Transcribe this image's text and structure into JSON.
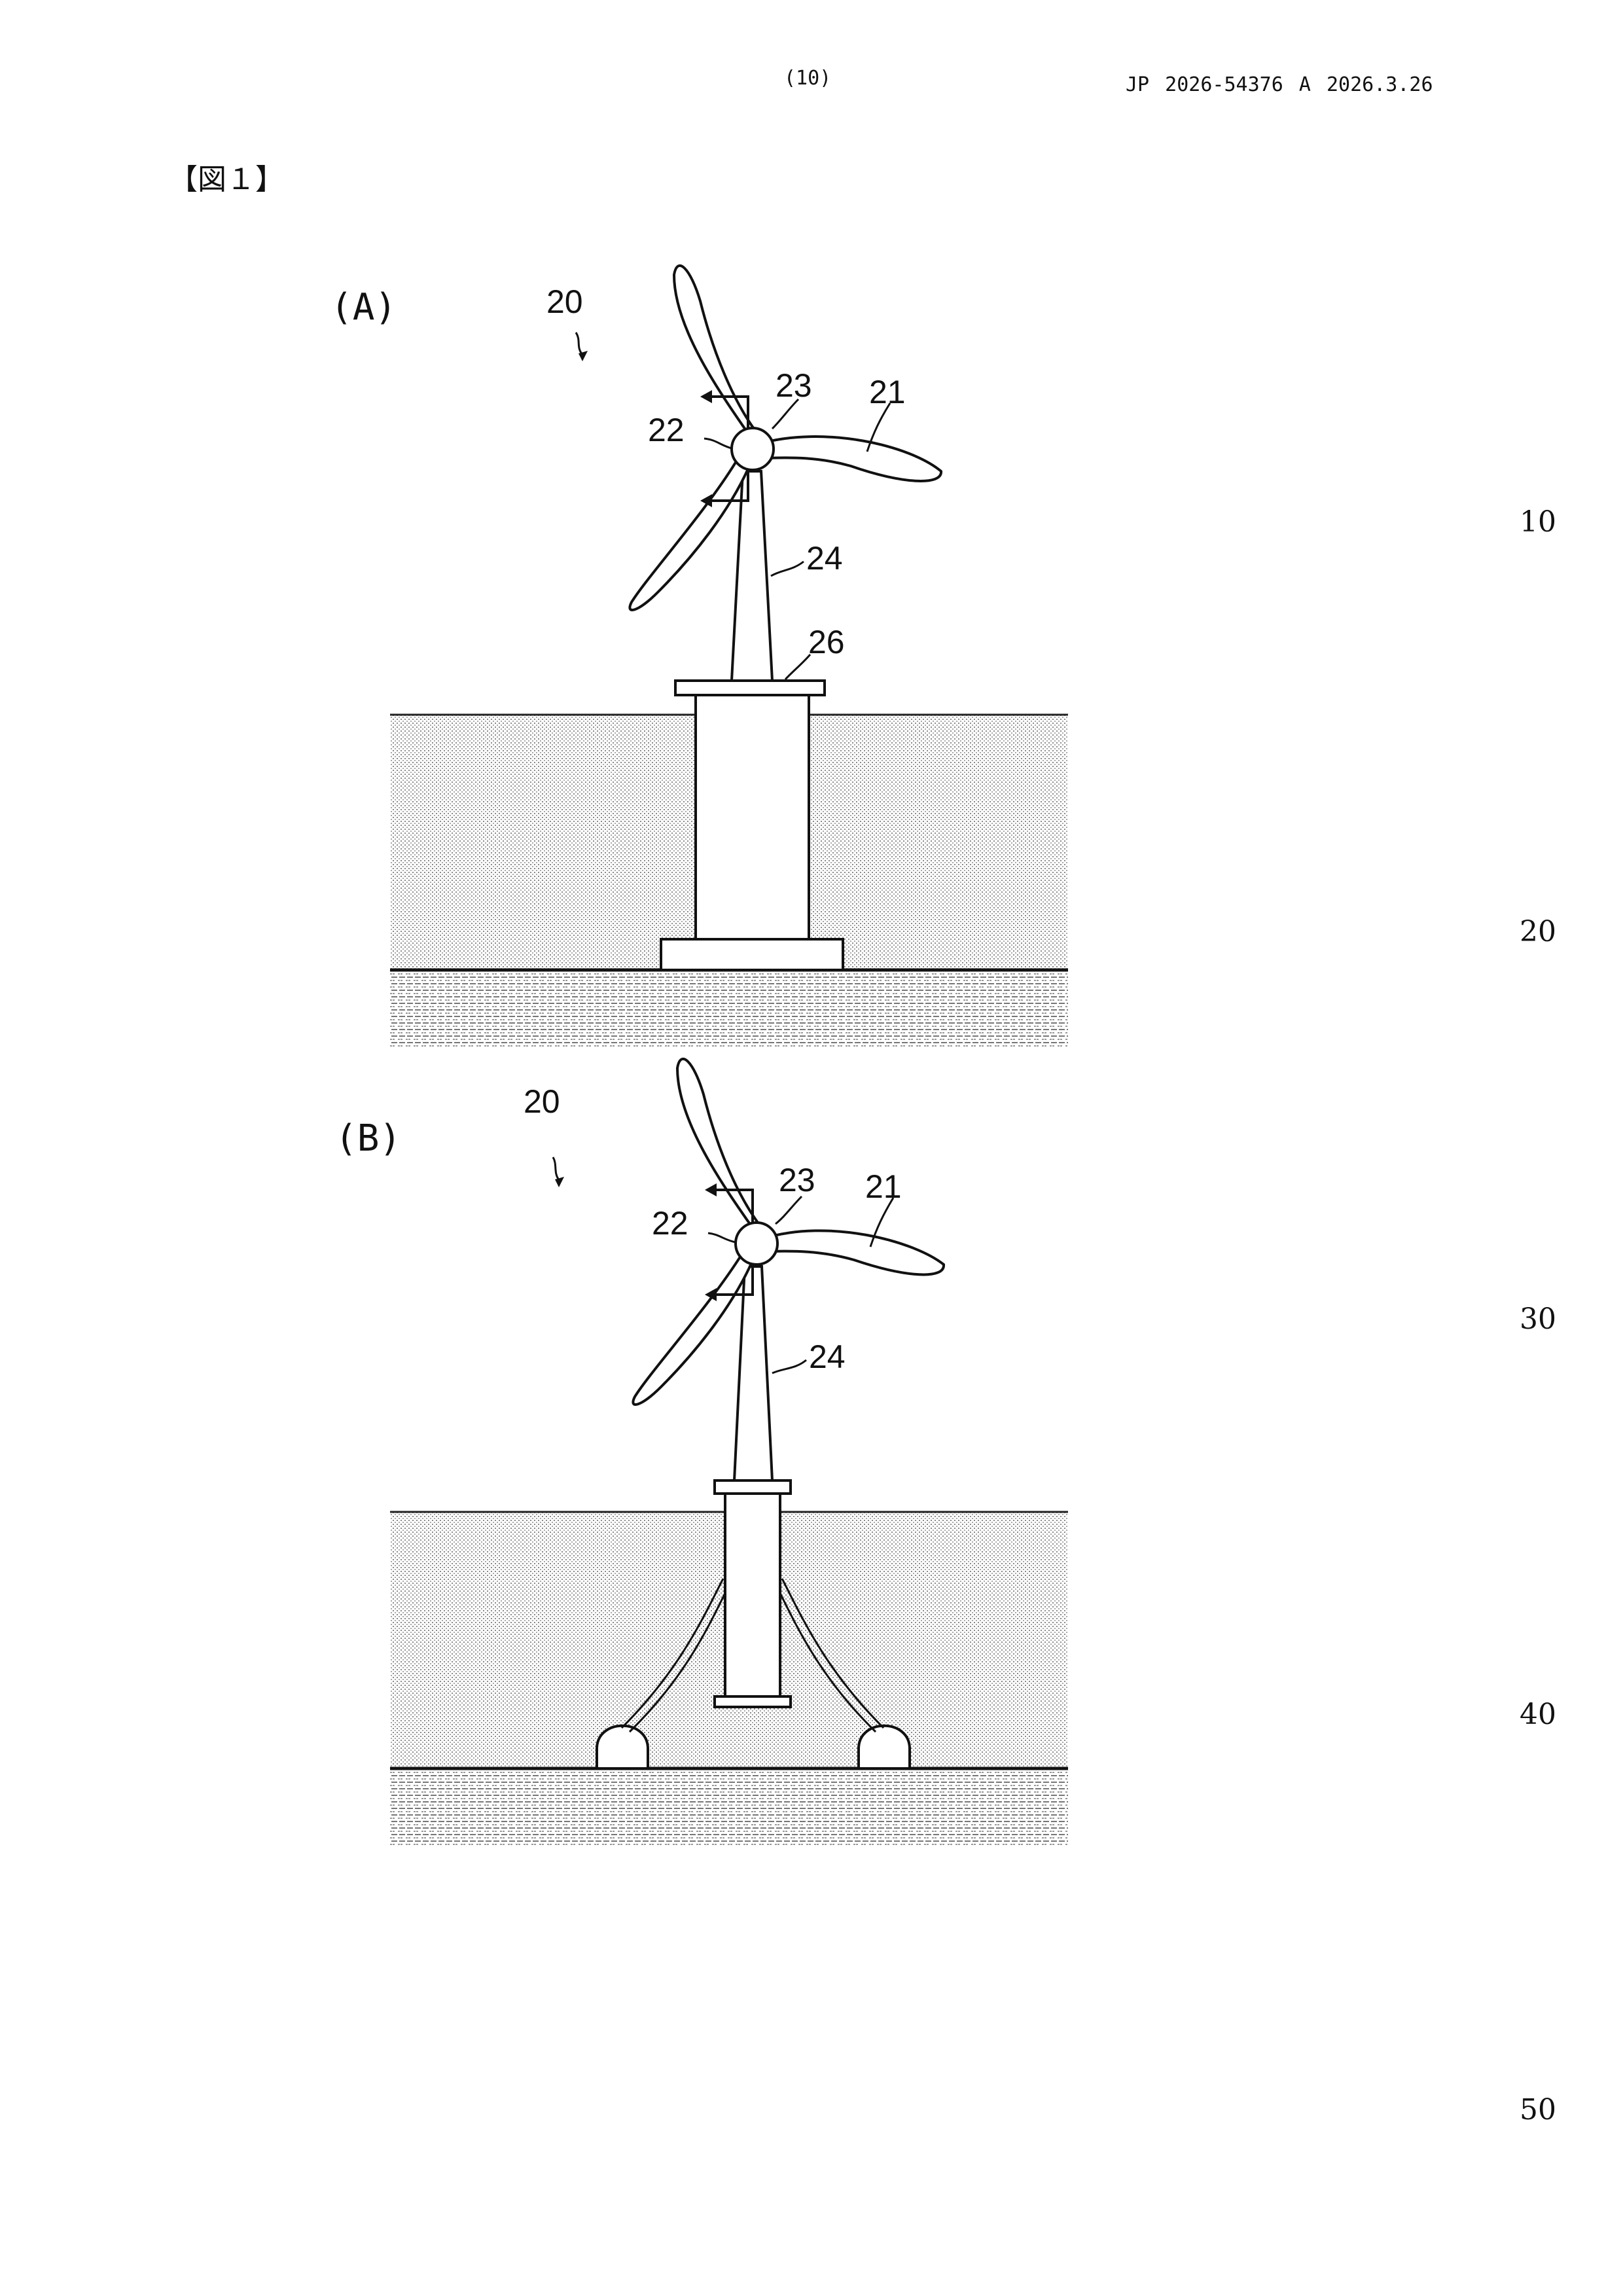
{
  "header": {
    "page_number": "(10)",
    "publication": "JP  2026-54376  A  2026.3.26"
  },
  "figure_label": "【図１】",
  "margin_numbers": [
    "10",
    "20",
    "30",
    "40",
    "50"
  ],
  "panel_a": {
    "title": "(A)",
    "labels": {
      "device": "20",
      "blade": "21",
      "nacelle": "22",
      "hub": "23",
      "tower": "24",
      "base": "26"
    }
  },
  "panel_b": {
    "title": "(B)",
    "labels": {
      "device": "20",
      "blade": "21",
      "nacelle": "22",
      "hub": "23",
      "tower": "24"
    }
  }
}
